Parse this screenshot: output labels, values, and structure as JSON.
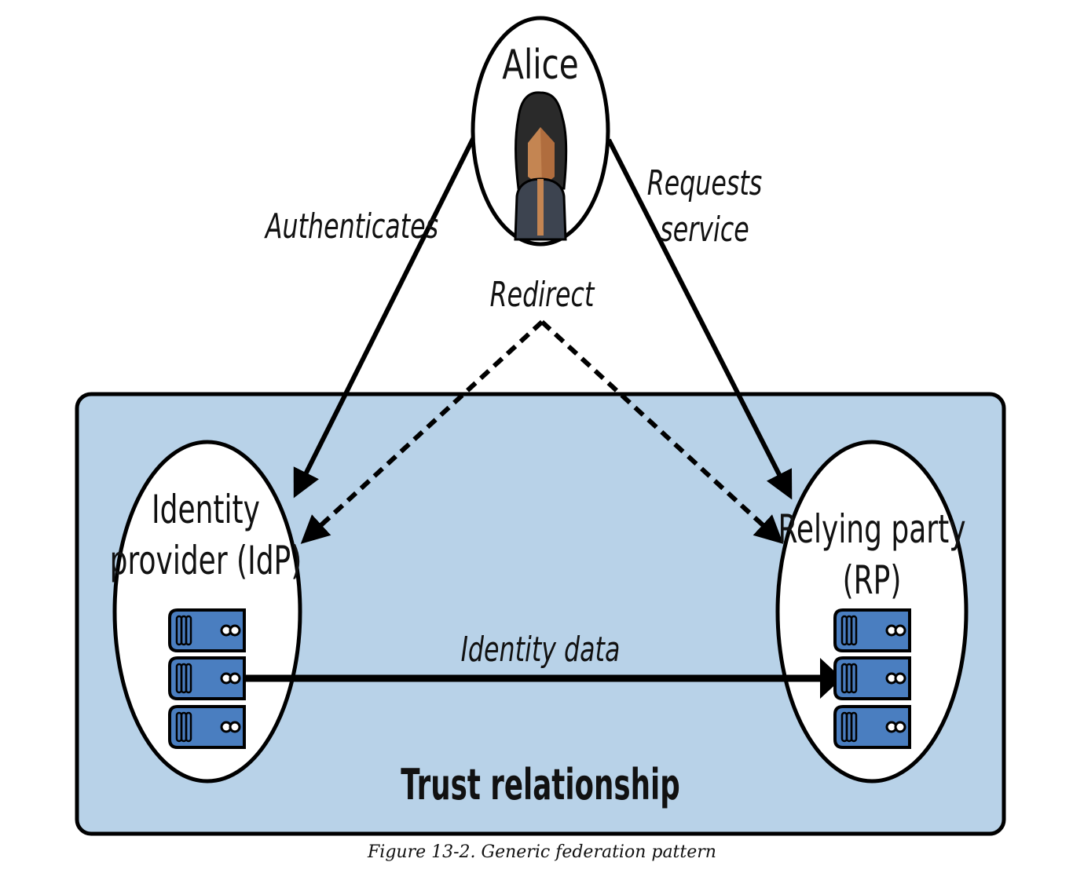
{
  "diagram": {
    "title": "Generic federation pattern",
    "colors": {
      "trust_box_fill": "#b8d2e8",
      "server_fill": "#4a7ec0",
      "stroke": "#000000",
      "skin": "#c48552",
      "hair": "#2a2a2a",
      "jacket": "#3d4450"
    },
    "nodes": {
      "alice": {
        "label": "Alice"
      },
      "idp": {
        "label_line1": "Identity",
        "label_line2": "provider (IdP)"
      },
      "rp": {
        "label_line1": "Relying party",
        "label_line2": "(RP)"
      }
    },
    "edges": {
      "authenticates": "Authenticates",
      "requests_service_line1": "Requests",
      "requests_service_line2": "service",
      "redirect": "Redirect",
      "identity_data": "Identity data"
    },
    "trust_box_label": "Trust relationship"
  },
  "caption": "Figure 13-2. Generic federation pattern"
}
